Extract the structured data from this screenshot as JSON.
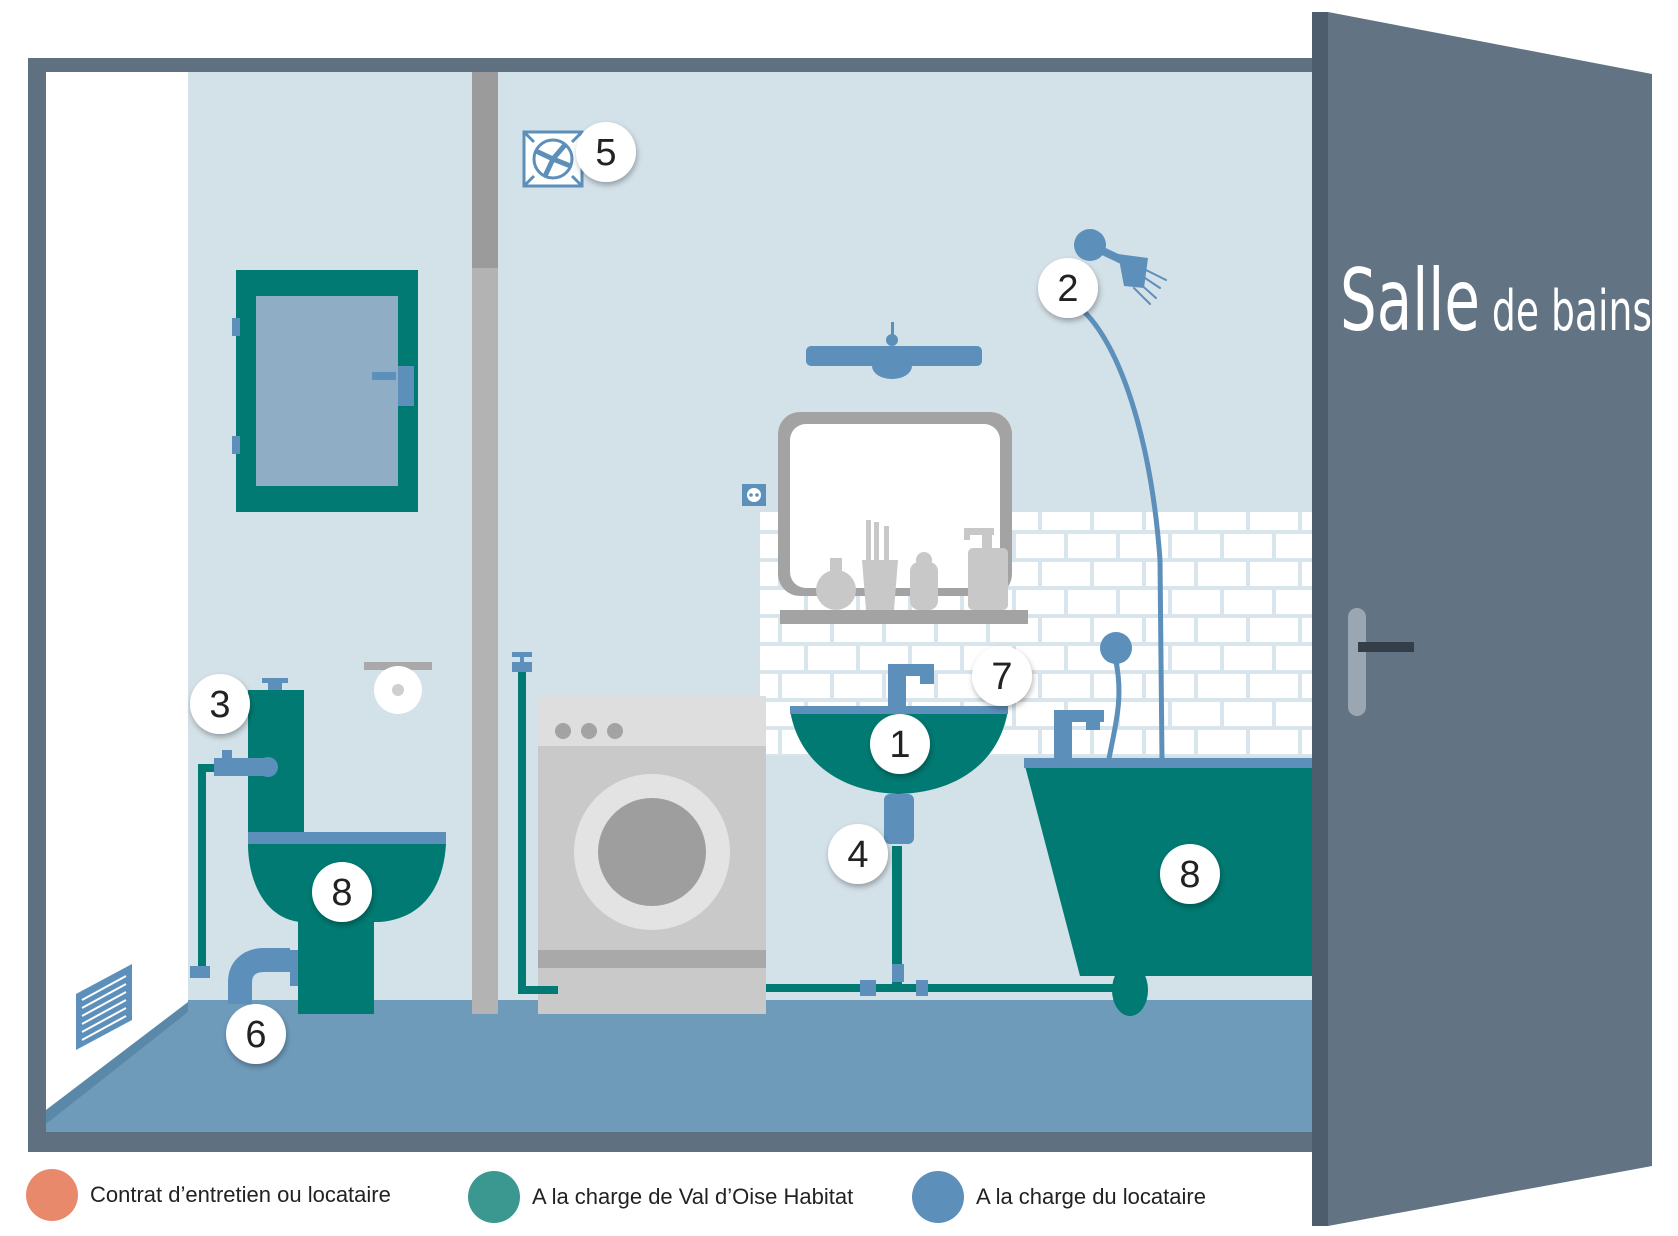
{
  "door": {
    "title_main": "Salle",
    "title_rest": " de bains"
  },
  "markers": [
    "1",
    "2",
    "3",
    "4",
    "5",
    "6",
    "7",
    "8",
    "8"
  ],
  "legend": [
    {
      "label": "Contrat d’entretien ou locataire",
      "color": "#e8896c"
    },
    {
      "label": "A la charge de Val d’Oise Habitat",
      "color": "#3a9890"
    },
    {
      "label": "A la charge du locataire",
      "color": "#5d8fbb"
    }
  ],
  "colors": {
    "teal": "#007a72",
    "blue": "#5d8fbb",
    "wall": "#d3e1e8",
    "floor": "#6f9bbb",
    "frame": "#5f7080",
    "door": "#627384"
  }
}
